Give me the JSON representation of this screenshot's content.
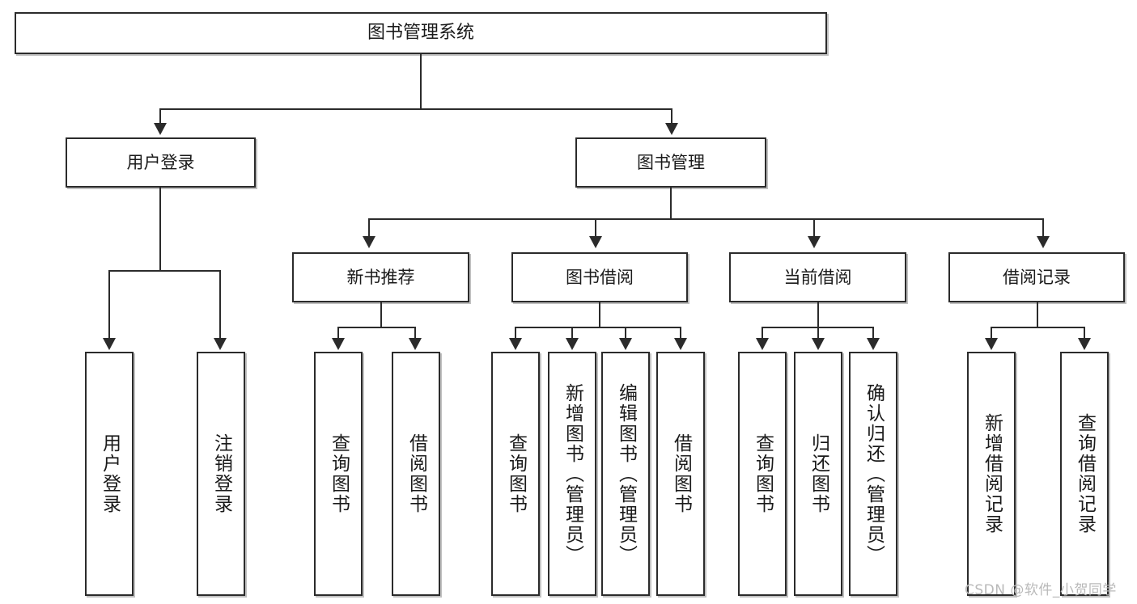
{
  "diagram": {
    "title": "图书管理系统",
    "type": "tree-hierarchy-chart",
    "root": {
      "label": "图书管理系统"
    },
    "level2": [
      {
        "label": "用户登录"
      },
      {
        "label": "图书管理"
      }
    ],
    "level3": [
      {
        "label": "新书推荐"
      },
      {
        "label": "图书借阅"
      },
      {
        "label": "当前借阅"
      },
      {
        "label": "借阅记录"
      }
    ],
    "leaves_user_login": [
      {
        "label": "用户登录"
      },
      {
        "label": "注销登录"
      }
    ],
    "leaves_new_book": [
      {
        "label": "查询图书"
      },
      {
        "label": "借阅图书"
      }
    ],
    "leaves_borrow": [
      {
        "label": "查询图书"
      },
      {
        "label": "新增图书（管理员）"
      },
      {
        "label": "编辑图书（管理员）"
      },
      {
        "label": "借阅图书"
      }
    ],
    "leaves_current": [
      {
        "label": "查询图书"
      },
      {
        "label": "归还图书"
      },
      {
        "label": "确认归还（管理员）"
      }
    ],
    "leaves_records": [
      {
        "label": "新增借阅记录"
      },
      {
        "label": "查询借阅记录"
      }
    ]
  },
  "watermark": {
    "text": "CSDN @软件_小贺同学"
  },
  "colors": {
    "border": "#2b2b2b",
    "text": "#1a1a1a",
    "background": "#ffffff",
    "watermark": "#b9b9b9"
  }
}
